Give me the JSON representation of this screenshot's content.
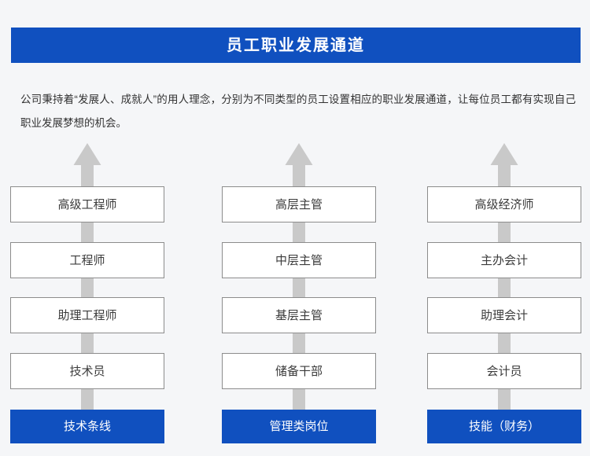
{
  "banner": {
    "title": "员工职业发展通道",
    "background_color": "#1050bf",
    "text_color": "#ffffff"
  },
  "intro": {
    "text": "公司秉持着“发展人、成就人”的用人理念，分别为不同类型的员工设置相应的职业发展通道，让每位员工都有实现自己职业发展梦想的机会。"
  },
  "palette": {
    "page_background": "#f5f6f8",
    "accent_blue": "#1050bf",
    "arrow_gray": "#c9c9c9",
    "box_border": "#8c8c8c",
    "box_fill": "#ffffff",
    "body_text": "#333333"
  },
  "columns": [
    {
      "track_label": "技术条线",
      "arrow_icon": "up-arrow-icon",
      "levels": [
        "高级工程师",
        "工程师",
        "助理工程师",
        "技术员"
      ]
    },
    {
      "track_label": "管理类岗位",
      "arrow_icon": "up-arrow-icon",
      "levels": [
        "高层主管",
        "中层主管",
        "基层主管",
        "储备干部"
      ]
    },
    {
      "track_label": "技能（财务）",
      "arrow_icon": "up-arrow-icon",
      "levels": [
        "高级经济师",
        "主办会计",
        "助理会计",
        "会计员"
      ]
    }
  ]
}
